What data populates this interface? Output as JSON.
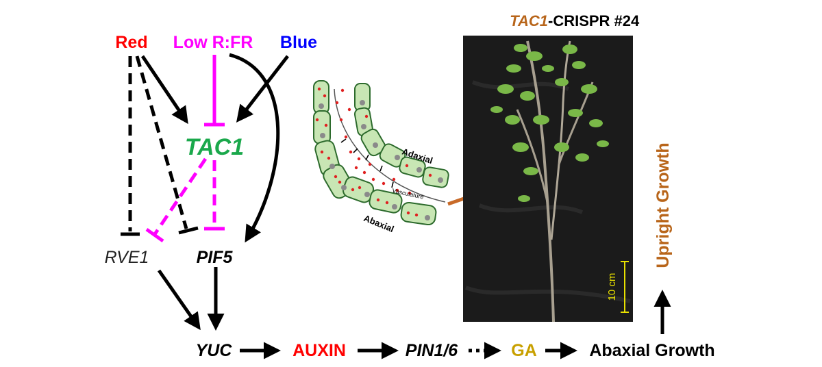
{
  "inputs": {
    "red": {
      "label": "Red",
      "color": "#ff0000"
    },
    "low_rfr": {
      "label": "Low R:FR",
      "color": "#ff00ff"
    },
    "blue": {
      "label": "Blue",
      "color": "#0000ff"
    }
  },
  "genes": {
    "tac1": {
      "label": "TAC1",
      "color": "#1aa84b"
    },
    "rve1": {
      "label": "RVE1"
    },
    "pif5": {
      "label": "PIF5"
    },
    "yuc": {
      "label": "YUC"
    },
    "pin": {
      "label": "PIN1/6"
    }
  },
  "hormones": {
    "auxin": {
      "label": "AUXIN",
      "color": "#ff0000"
    },
    "ga": {
      "label": "GA",
      "color": "#c8a000"
    }
  },
  "outputs": {
    "abaxial_growth": "Abaxial Growth",
    "upright_growth": {
      "label": "Upright Growth",
      "color": "#b8651a"
    }
  },
  "cross_section": {
    "adaxial": "Adaxial",
    "abaxial": "Abaxial",
    "vasculature": "Vasculature"
  },
  "photo": {
    "title_gene": "TAC1",
    "title_rest": "-CRISPR #24",
    "title_gene_color": "#b8651a",
    "scale_label": "10 cm",
    "scale_color": "#e8e000"
  },
  "colors": {
    "arrow": "#000000",
    "magenta": "#ff00ff",
    "cell_fill": "#c8e6b4",
    "cell_stroke": "#2d6b2d",
    "dot": "#e02020",
    "nucleus": "#8a8a8a",
    "pointer": "#c86a28"
  }
}
